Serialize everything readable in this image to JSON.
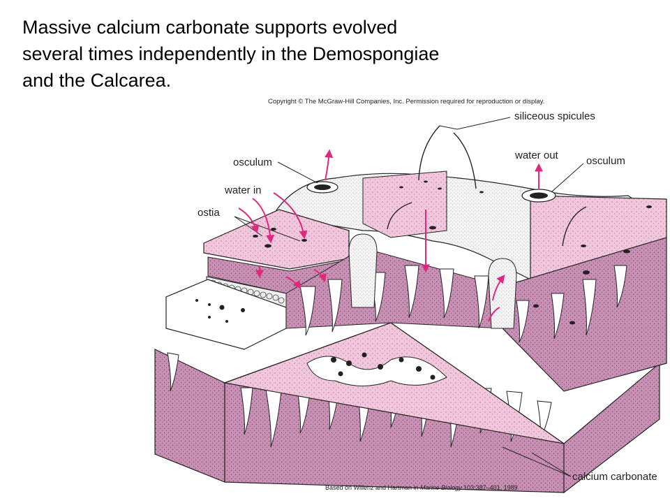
{
  "title": {
    "line1": "Massive calcium carbonate supports evolved",
    "line2": "several times independently in the Demospongiae",
    "line3": "and the Calcarea."
  },
  "copyright": "Copyright © The McGraw-Hill Companies, Inc. Permission required for reproduction or display.",
  "source": {
    "prefix": "Based on Willenz and Hartman in ",
    "journal": "Marine Biology",
    "suffix": " 103:387–401, 1989"
  },
  "labels": {
    "siliceous_spicules": "siliceous spicules",
    "osculum_left": "osculum",
    "water_out": "water out",
    "osculum_right": "osculum",
    "water_in": "water in",
    "ostia": "ostia",
    "calcium_carbonate": "calcium carbonate"
  },
  "colors": {
    "pink_surface": "#f2c6dc",
    "mauve_body": "#c890b4",
    "magenta_arrow": "#e0287e",
    "tissue_white": "#f4f4f4",
    "line": "#222222"
  }
}
